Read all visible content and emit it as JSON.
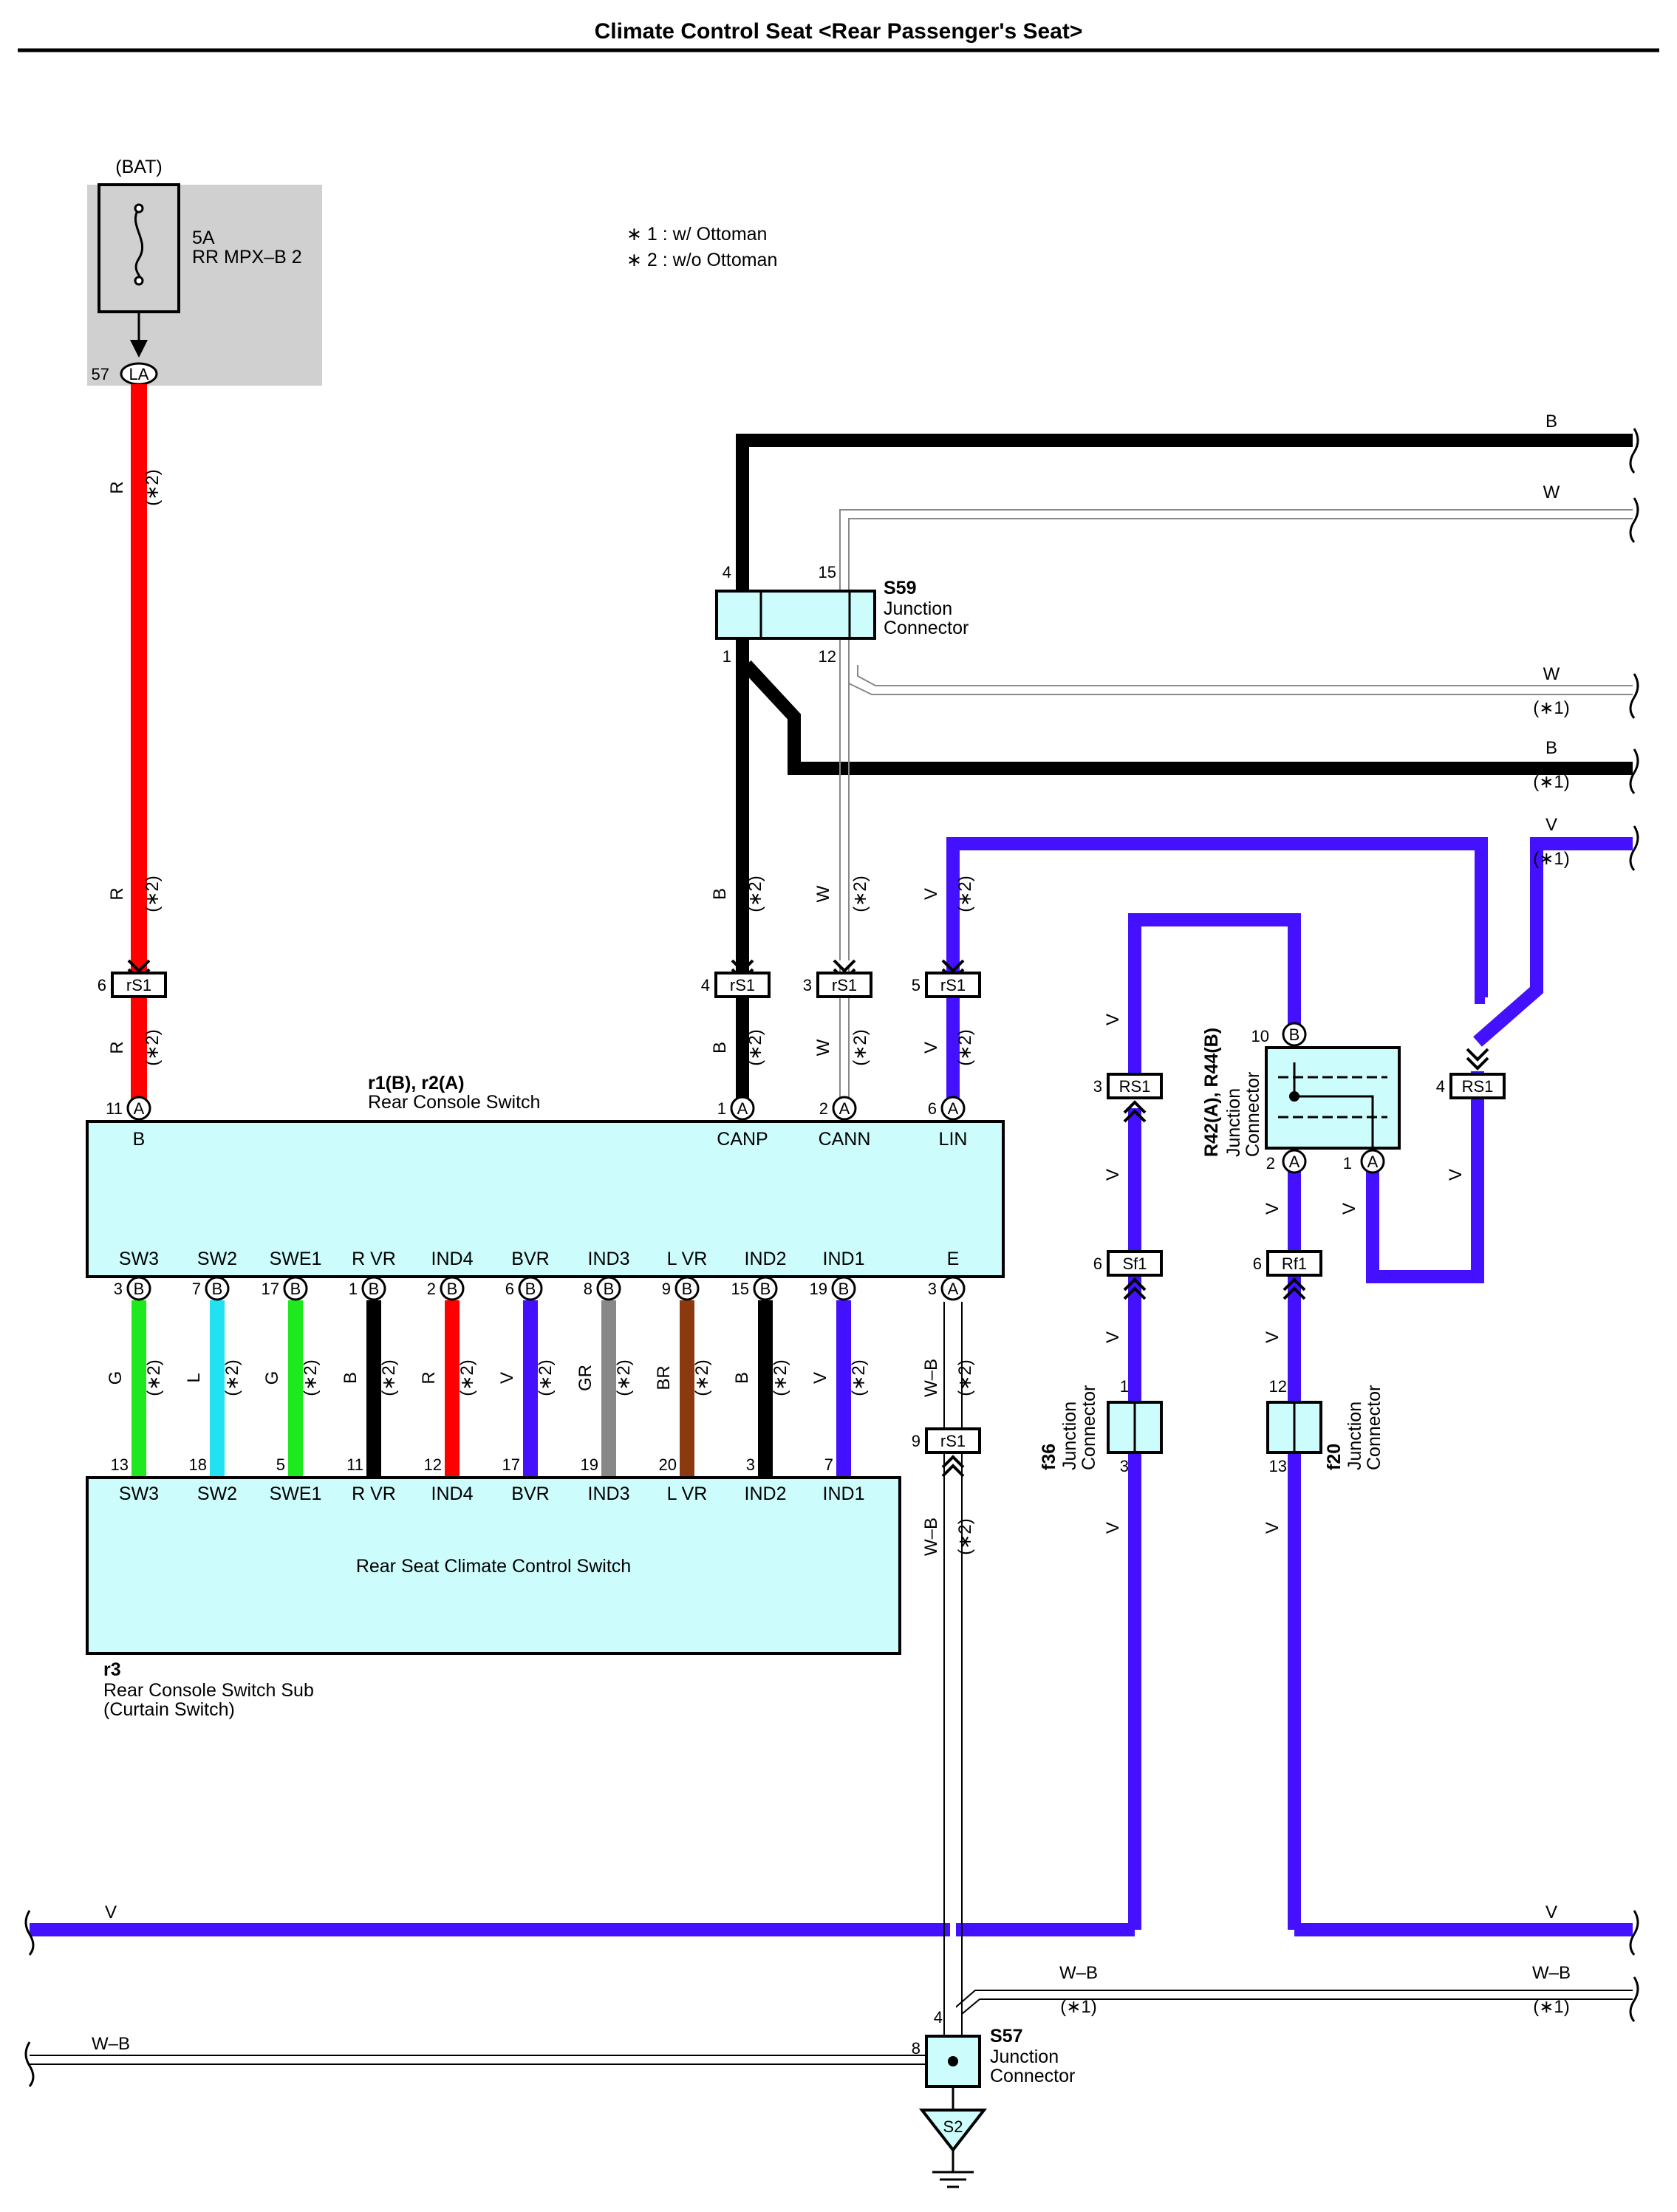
{
  "title": "Climate Control Seat <Rear Passenger's Seat>",
  "notes": [
    "∗ 1 : w/ Ottoman",
    "∗ 2 : w/o Ottoman"
  ],
  "opt1": "(∗1)",
  "opt2": "(∗2)",
  "colors": {
    "R": "#ff0000",
    "B": "#000000",
    "W": "#ffffff",
    "V": "#4411ff",
    "G": "#1ee81e",
    "L": "#22e2f2",
    "GR": "#888888",
    "BR": "#8b3a10",
    "connector_fill": "#ccfcfc",
    "fuse_box": "#d0d0d0"
  },
  "fuse": {
    "source": "(BAT)",
    "rating": "5A",
    "name": "RR MPX–B 2",
    "pin": "57",
    "connector": "LA"
  },
  "s59": {
    "id": "S59",
    "name1": "Junction",
    "name2": "Connector",
    "pins": [
      "4",
      "15",
      "1",
      "12"
    ]
  },
  "s57": {
    "id": "S57",
    "name1": "Junction",
    "name2": "Connector",
    "pins": [
      "4",
      "8"
    ],
    "ground": "S2"
  },
  "r42": {
    "id": "R42(A), R44(B)",
    "name1": "Junction",
    "name2": "Connector",
    "pins": [
      "10",
      "2",
      "1"
    ],
    "letters": [
      "B",
      "A",
      "A"
    ]
  },
  "f36": {
    "id": "f36",
    "name1": "Junction",
    "name2": "Connector",
    "pins": [
      "1",
      "3"
    ]
  },
  "f20": {
    "id": "f20",
    "name1": "Junction",
    "name2": "Connector",
    "pins": [
      "12",
      "13"
    ]
  },
  "inline_connectors": [
    {
      "pin": "6",
      "name": "rS1"
    },
    {
      "pin": "4",
      "name": "rS1"
    },
    {
      "pin": "3",
      "name": "rS1"
    },
    {
      "pin": "5",
      "name": "rS1"
    },
    {
      "pin": "9",
      "name": "rS1"
    },
    {
      "pin": "3",
      "name": "RS1"
    },
    {
      "pin": "4",
      "name": "RS1"
    },
    {
      "pin": "6",
      "name": "Sf1"
    },
    {
      "pin": "6",
      "name": "Rf1"
    }
  ],
  "rear_console_switch": {
    "id": "r1(B), r2(A)",
    "name": "Rear Console Switch",
    "top_pins": [
      {
        "num": "11",
        "letter": "A",
        "label": "B"
      },
      {
        "num": "1",
        "letter": "A",
        "label": "CANP"
      },
      {
        "num": "2",
        "letter": "A",
        "label": "CANN"
      },
      {
        "num": "6",
        "letter": "A",
        "label": "LIN"
      }
    ],
    "bottom_pins": [
      {
        "num": "3",
        "letter": "B",
        "label": "SW3"
      },
      {
        "num": "7",
        "letter": "B",
        "label": "SW2"
      },
      {
        "num": "17",
        "letter": "B",
        "label": "SWE1"
      },
      {
        "num": "1",
        "letter": "B",
        "label": "R VR"
      },
      {
        "num": "2",
        "letter": "B",
        "label": "IND4"
      },
      {
        "num": "6",
        "letter": "B",
        "label": "BVR"
      },
      {
        "num": "8",
        "letter": "B",
        "label": "IND3"
      },
      {
        "num": "9",
        "letter": "B",
        "label": "L VR"
      },
      {
        "num": "15",
        "letter": "B",
        "label": "IND2"
      },
      {
        "num": "19",
        "letter": "B",
        "label": "IND1"
      },
      {
        "num": "3",
        "letter": "A",
        "label": "E"
      }
    ]
  },
  "rear_seat_switch": {
    "name": "Rear Seat Climate Control Switch",
    "id": "r3",
    "sub1": "Rear Console Switch Sub",
    "sub2": "(Curtain Switch)",
    "pins": [
      {
        "num": "13",
        "label": "SW3"
      },
      {
        "num": "18",
        "label": "SW2"
      },
      {
        "num": "5",
        "label": "SWE1"
      },
      {
        "num": "11",
        "label": "R VR"
      },
      {
        "num": "12",
        "label": "IND4"
      },
      {
        "num": "17",
        "label": "BVR"
      },
      {
        "num": "19",
        "label": "IND3"
      },
      {
        "num": "20",
        "label": "L VR"
      },
      {
        "num": "3",
        "label": "IND2"
      },
      {
        "num": "7",
        "label": "IND1"
      }
    ]
  },
  "switch_wires": [
    "G",
    "L",
    "G",
    "B",
    "R",
    "V",
    "GR",
    "BR",
    "B",
    "V"
  ],
  "wire_labels": {
    "R": "R",
    "B": "B",
    "W": "W",
    "V": "V",
    "WB": "W–B"
  }
}
